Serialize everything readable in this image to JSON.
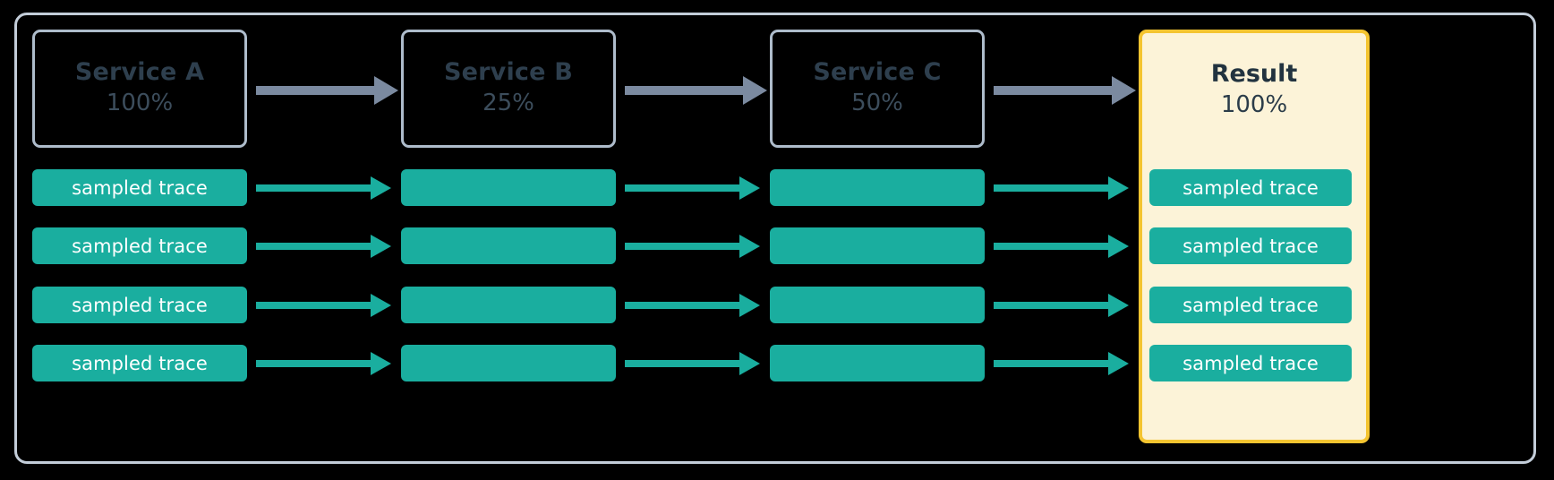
{
  "diagram": {
    "title": "Trace sampling propagation across services",
    "background_color": "#000000",
    "frame_border_color": "#c3cdd9"
  },
  "colors": {
    "trace_teal": "#1aae9f",
    "service_border": "#aebccb",
    "service_text": "#2e3f4e",
    "arrow_gray": "#7b8aa0",
    "result_border": "#f4c430",
    "result_fill": "#fcf3d8",
    "result_text": "#22333f",
    "trace_label_text": "#ffffff"
  },
  "nodes": [
    {
      "id": "service-a",
      "title": "Service A",
      "percent": "100%",
      "highlighted": false
    },
    {
      "id": "service-b",
      "title": "Service B",
      "percent": "25%",
      "highlighted": false
    },
    {
      "id": "service-c",
      "title": "Service C",
      "percent": "50%",
      "highlighted": false
    },
    {
      "id": "result",
      "title": "Result",
      "percent": "100%",
      "highlighted": true
    }
  ],
  "trace_rows": [
    {
      "row": 1,
      "cells": [
        {
          "column": "service-a",
          "label": "sampled trace"
        },
        {
          "column": "service-b",
          "label": ""
        },
        {
          "column": "service-c",
          "label": ""
        },
        {
          "column": "result",
          "label": "sampled trace"
        }
      ]
    },
    {
      "row": 2,
      "cells": [
        {
          "column": "service-a",
          "label": "sampled trace"
        },
        {
          "column": "service-b",
          "label": ""
        },
        {
          "column": "service-c",
          "label": ""
        },
        {
          "column": "result",
          "label": "sampled trace"
        }
      ]
    },
    {
      "row": 3,
      "cells": [
        {
          "column": "service-a",
          "label": "sampled trace"
        },
        {
          "column": "service-b",
          "label": ""
        },
        {
          "column": "service-c",
          "label": ""
        },
        {
          "column": "result",
          "label": "sampled trace"
        }
      ]
    },
    {
      "row": 4,
      "cells": [
        {
          "column": "service-a",
          "label": "sampled trace"
        },
        {
          "column": "service-b",
          "label": ""
        },
        {
          "column": "service-c",
          "label": ""
        },
        {
          "column": "result",
          "label": "sampled trace"
        }
      ]
    }
  ],
  "connectors": {
    "service_flow": [
      {
        "from": "service-a",
        "to": "service-b",
        "style": "gray-arrow"
      },
      {
        "from": "service-b",
        "to": "service-c",
        "style": "gray-arrow"
      },
      {
        "from": "service-c",
        "to": "result",
        "style": "gray-arrow"
      }
    ],
    "trace_flow_style": "teal-arrow"
  }
}
